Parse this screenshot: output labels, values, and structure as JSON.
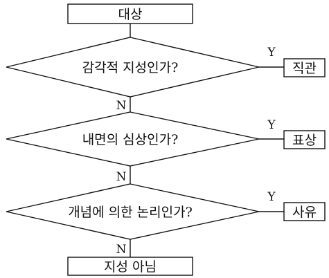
{
  "start_box": {
    "label": "대상"
  },
  "decisions": [
    {
      "question": "감각적  지성인가?",
      "yes_label": "Y",
      "yes_result": "직관",
      "no_label": "N"
    },
    {
      "question": "내면의  심상인가?",
      "yes_label": "Y",
      "yes_result": "표상",
      "no_label": "N"
    },
    {
      "question": "개념에 의한 논리인가?",
      "yes_label": "Y",
      "yes_result": "사유",
      "no_label": "N"
    }
  ],
  "end_box": {
    "label": "지성 아님"
  }
}
